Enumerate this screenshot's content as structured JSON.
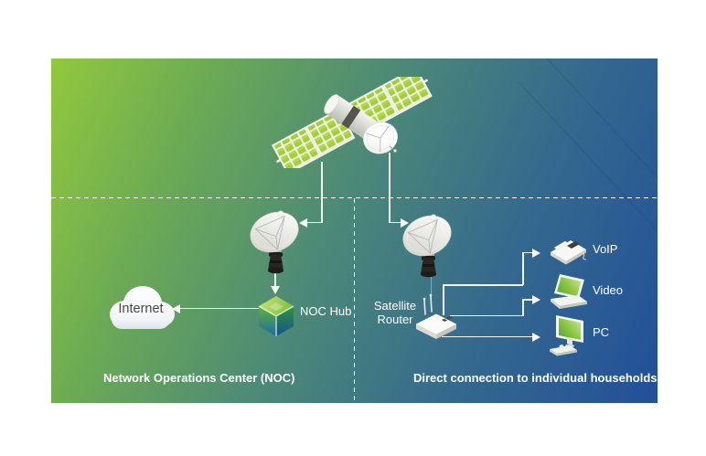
{
  "titles": {
    "left_section": "Network Operations Center (NOC)",
    "right_section": "Direct connection to individual households"
  },
  "nodes": {
    "satellite": {
      "icon": "satellite-icon"
    },
    "noc_dish": {
      "icon": "satellite-dish-icon"
    },
    "household_dish": {
      "icon": "satellite-dish-icon"
    },
    "internet": {
      "label": "Internet",
      "icon": "cloud-icon"
    },
    "noc_hub": {
      "label": "NOC Hub",
      "icon": "hub-cube-icon"
    },
    "router": {
      "label_line1": "Satellite",
      "label_line2": "Router",
      "icon": "router-icon"
    }
  },
  "devices": [
    {
      "label": "VoIP",
      "icon": "voip-phone-icon"
    },
    {
      "label": "Video",
      "icon": "laptop-icon"
    },
    {
      "label": "PC",
      "icon": "desktop-pc-icon"
    }
  ],
  "colors": {
    "background_top_left": "#92C83D",
    "background_bottom_right": "#224F99",
    "solar_panel_green": "#A4CE39",
    "device_screen_green": "#2E9C44",
    "hub_cube_green": "#79BB3A",
    "hub_cube_blue": "#1C6AA6",
    "connector_white": "#F2F6F2",
    "internet_label_text": "#4A4943"
  }
}
